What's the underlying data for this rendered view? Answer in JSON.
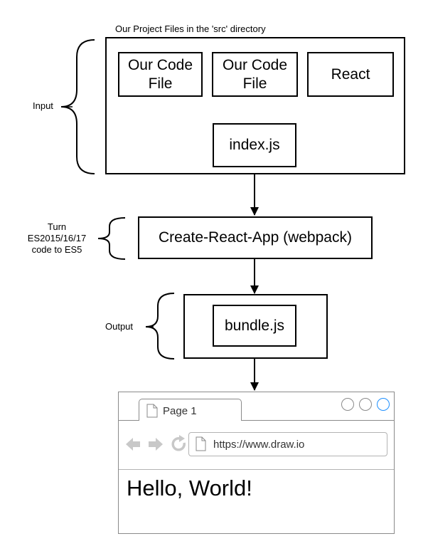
{
  "diagram": {
    "container_title": "Our Project Files in the 'src' directory",
    "code_file_1": "Our Code File",
    "code_file_2": "Our Code File",
    "react": "React",
    "index": "index.js",
    "cra": "Create-React-App (webpack)",
    "bundle": "bundle.js",
    "input_label": "Input",
    "turn_label_line1": "Turn",
    "turn_label_line2": "ES2015/16/17",
    "turn_label_line3": "code to ES5",
    "output_label": "Output"
  },
  "browser": {
    "tab_label": "Page 1",
    "url": "https://www.draw.io",
    "content": "Hello, World!",
    "accent_color": "#1e90ff"
  }
}
